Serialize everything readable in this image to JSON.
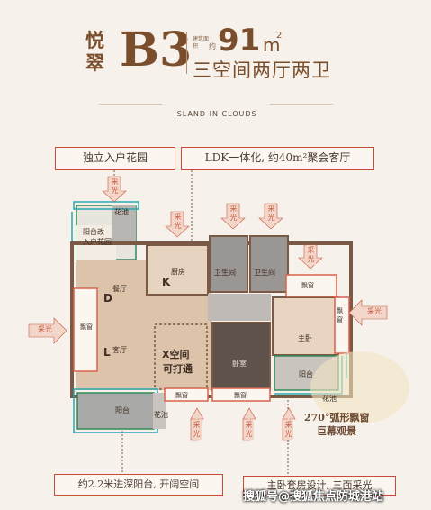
{
  "header": {
    "name_line1": "悦",
    "name_line2": "翠",
    "code": "B3",
    "area_label": "建筑面积",
    "area_prefix": "约",
    "area_value": "91",
    "area_unit": "m",
    "area_sup": "2",
    "layout_type": "三空间两厅两卫",
    "brand": "ISLAND IN CLOUDS"
  },
  "callouts": {
    "garden": "独立入户花园",
    "ldk": "LDK一体化, 约40m²聚会客厅",
    "balcony": "约2.2米进深阳台, 开阔空间",
    "master": "主卧套房设计, 三面采光",
    "bay": "270°弧形飘窗",
    "bay2": "巨幕观景"
  },
  "rooms": {
    "huachi_top": "花池",
    "balcony_entry_1": "阳台改",
    "balcony_entry_2": "入户花园",
    "kitchen": "厨房",
    "kitchen_k": "K",
    "dining": "餐厅",
    "dining_d": "D",
    "living": "客厅",
    "living_l": "L",
    "bath1": "卫生间",
    "bath2": "卫生间",
    "x_space_1": "X空间",
    "x_space_2": "可打通",
    "bedroom": "卧室",
    "master": "主卧",
    "balcony_master": "阳台",
    "balcony_living": "阳台",
    "huachi_bottom": "花池",
    "huachi_right": "花池",
    "piao_left": "飘窗",
    "piao_master_top": "飘窗",
    "piao_master_right": "飘窗",
    "piao_bottom_1": "飘窗",
    "piao_bottom_2": "飘窗"
  },
  "sunlight": "采光",
  "watermark": "搜狐号@搜狐焦点防城港站",
  "colors": {
    "accent": "#c94b35",
    "wall": "#7a5a44",
    "living": "#dcc3aa",
    "kitchen": "#e6d3c0",
    "bath": "#9a9694",
    "bedroom": "#5e524b",
    "master": "#e8d4c0",
    "balcony": "#a9aaa8",
    "green": "#2f8a5a",
    "teal": "#2aa7b0"
  }
}
